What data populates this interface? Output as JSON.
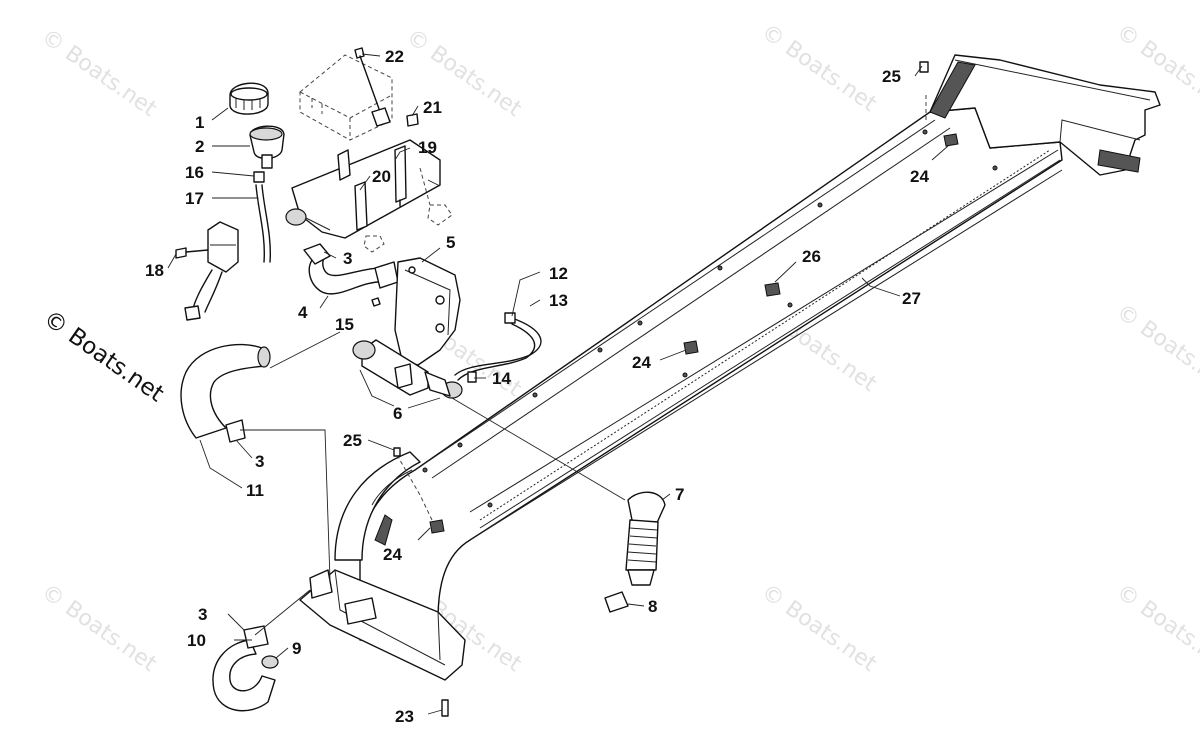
{
  "watermark_text": "© Boats.net",
  "callouts": [
    {
      "id": "c1",
      "text": "1"
    },
    {
      "id": "c2",
      "text": "2"
    },
    {
      "id": "c16",
      "text": "16"
    },
    {
      "id": "c17",
      "text": "17"
    },
    {
      "id": "c18",
      "text": "18"
    },
    {
      "id": "c22",
      "text": "22"
    },
    {
      "id": "c21",
      "text": "21"
    },
    {
      "id": "c19",
      "text": "19"
    },
    {
      "id": "c20",
      "text": "20"
    },
    {
      "id": "c3a",
      "text": "3"
    },
    {
      "id": "c5",
      "text": "5"
    },
    {
      "id": "c4",
      "text": "4"
    },
    {
      "id": "c15",
      "text": "15"
    },
    {
      "id": "c12",
      "text": "12"
    },
    {
      "id": "c13",
      "text": "13"
    },
    {
      "id": "c14",
      "text": "14"
    },
    {
      "id": "c6",
      "text": "6"
    },
    {
      "id": "c3b",
      "text": "3"
    },
    {
      "id": "c11",
      "text": "11"
    },
    {
      "id": "c25a",
      "text": "25"
    },
    {
      "id": "c7",
      "text": "7"
    },
    {
      "id": "c8",
      "text": "8"
    },
    {
      "id": "c24a",
      "text": "24"
    },
    {
      "id": "c3c",
      "text": "3"
    },
    {
      "id": "c10",
      "text": "10"
    },
    {
      "id": "c9",
      "text": "9"
    },
    {
      "id": "c23",
      "text": "23"
    },
    {
      "id": "c25b",
      "text": "25"
    },
    {
      "id": "c24b",
      "text": "24"
    },
    {
      "id": "c26",
      "text": "26"
    },
    {
      "id": "c27",
      "text": "27"
    },
    {
      "id": "c24c",
      "text": "24"
    }
  ]
}
